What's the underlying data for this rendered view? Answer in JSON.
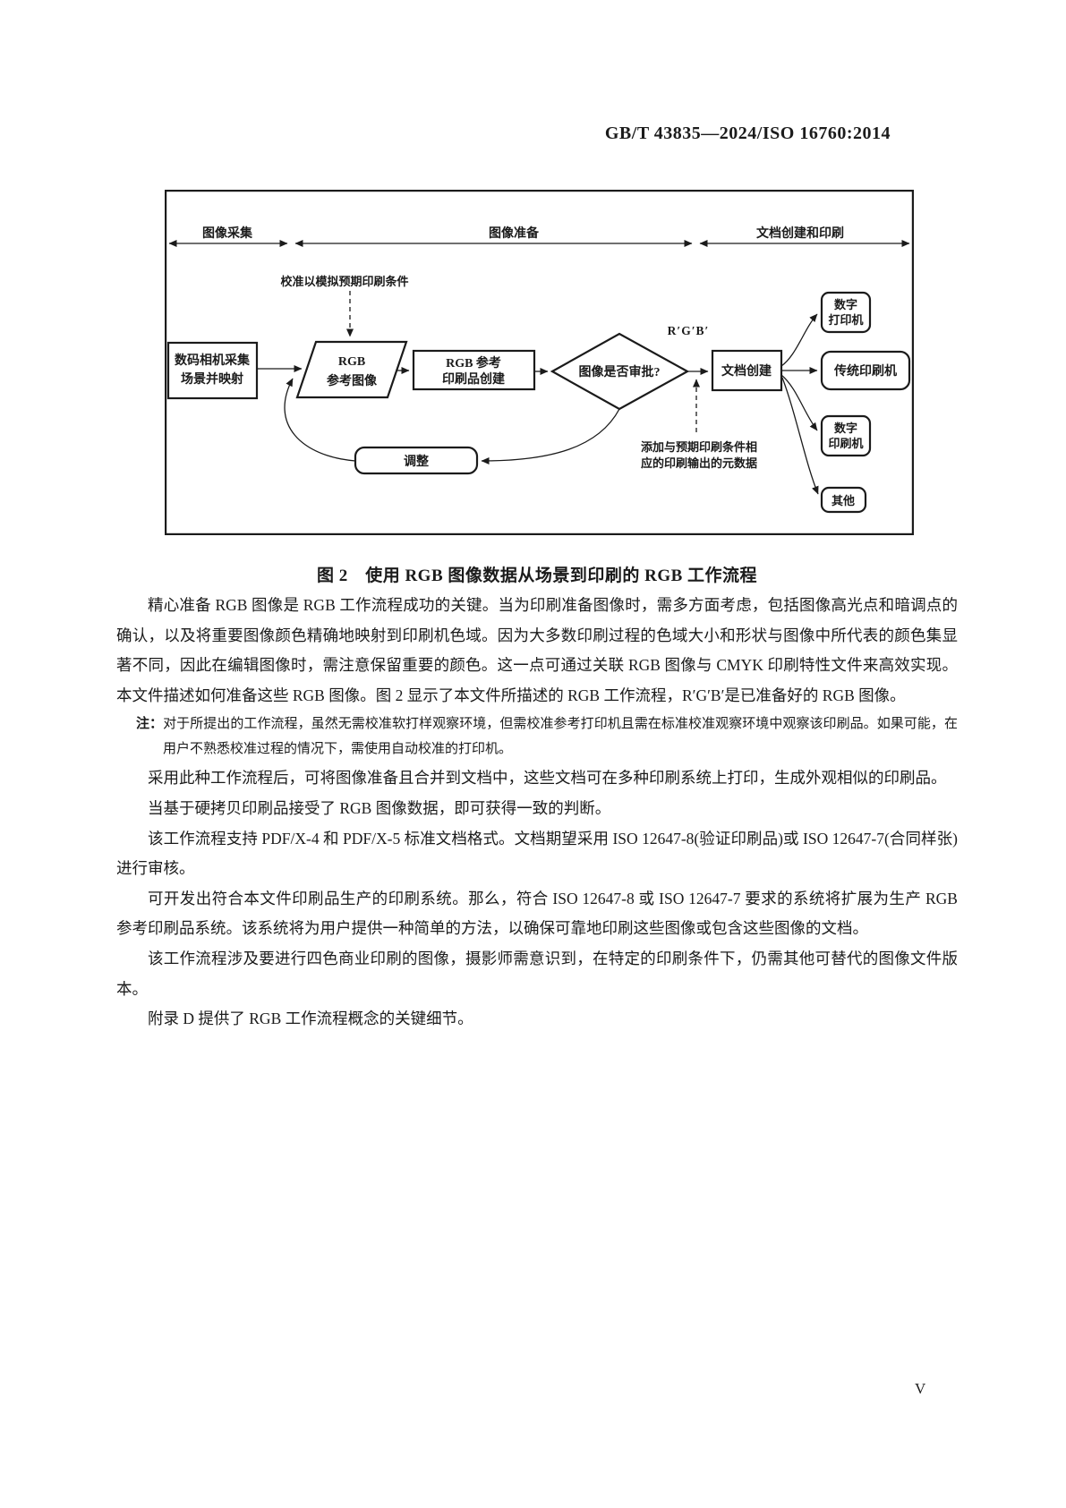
{
  "header": {
    "standard_number": "GB/T 43835—2024/ISO 16760:2014"
  },
  "figure": {
    "caption": "图 2　使用 RGB 图像数据从场景到印刷的 RGB 工作流程",
    "phases": [
      "图像采集",
      "图像准备",
      "文档创建和印刷"
    ],
    "annotations": {
      "calibration": "校准以模拟预期印刷条件",
      "rgb_prime": "R′G′B′",
      "metadata_line1": "添加与预期印刷条件相",
      "metadata_line2": "应的印刷输出的元数据"
    },
    "nodes": {
      "capture_line1": "数码相机采集",
      "capture_line2": "场景并映射",
      "rgb_image_line1": "RGB",
      "rgb_image_line2": "参考图像",
      "proof_create_line1": "RGB 参考",
      "proof_create_line2": "印刷品创建",
      "approval": "图像是否审批?",
      "doc_create": "文档创建",
      "adjust": "调整",
      "digital_printer_line1": "数字",
      "digital_printer_line2": "打印机",
      "traditional_press": "传统印刷机",
      "digital_press_line1": "数字",
      "digital_press_line2": "印刷机",
      "other": "其他"
    }
  },
  "body": {
    "paragraphs": [
      "精心准备 RGB 图像是 RGB 工作流程成功的关键。当为印刷准备图像时，需多方面考虑，包括图像高光点和暗调点的确认，以及将重要图像颜色精确地映射到印刷机色域。因为大多数印刷过程的色域大小和形状与图像中所代表的颜色集显著不同，因此在编辑图像时，需注意保留重要的颜色。这一点可通过关联 RGB 图像与 CMYK 印刷特性文件来高效实现。本文件描述如何准备这些 RGB 图像。图 2 显示了本文件所描述的 RGB 工作流程，R′G′B′是已准备好的 RGB 图像。",
      "采用此种工作流程后，可将图像准备且合并到文档中，这些文档可在多种印刷系统上打印，生成外观相似的印刷品。",
      "当基于硬拷贝印刷品接受了 RGB 图像数据，即可获得一致的判断。",
      "该工作流程支持 PDF/X-4 和 PDF/X-5 标准文档格式。文档期望采用 ISO 12647-8(验证印刷品)或 ISO 12647-7(合同样张)进行审核。",
      "可开发出符合本文件印刷品生产的印刷系统。那么，符合 ISO 12647-8 或 ISO 12647-7 要求的系统将扩展为生产 RGB 参考印刷品系统。该系统将为用户提供一种简单的方法，以确保可靠地印刷这些图像或包含这些图像的文档。",
      "该工作流程涉及要进行四色商业印刷的图像，摄影师需意识到，在特定的印刷条件下，仍需其他可替代的图像文件版本。",
      "附录 D 提供了 RGB 工作流程概念的关键细节。"
    ],
    "note": {
      "label": "注：",
      "text": "对于所提出的工作流程，虽然无需校准软打样观察环境，但需校准参考打印机且需在标准校准观察环境中观察该印刷品。如果可能，在用户不熟悉校准过程的情况下，需使用自动校准的打印机。"
    }
  },
  "footer": {
    "page_number": "V"
  }
}
